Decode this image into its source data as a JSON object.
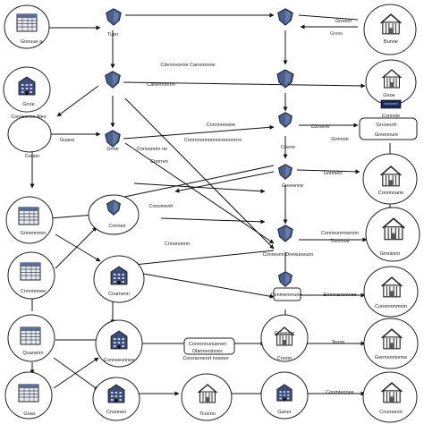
{
  "labels": {
    "a1": "Grooon",
    "a2": "Grooe",
    "a3": "Gnnuue a",
    "a4": "Tusn",
    "a5": "Bunne",
    "b1": "Gnoe",
    "b2": "Conreonnn Aleo",
    "c1": "Gnoe",
    "c2": "Connnie",
    "c3": "Cdrnerie",
    "c4": "Grrosnnh",
    "c5": "Greennure",
    "d1": "Ceuon",
    "d2": "Gnnnoe",
    "d3": "Ceene",
    "d4": "Guane",
    "d5": "Gnne",
    "e1": "Gnnnion",
    "e2": "Connnnarie",
    "e3": "Greeenne",
    "f1": "Cnoomenh",
    "f2": "Cnnnee",
    "f3": "Gnnennnen",
    "g1": "Conneunmnennn",
    "g2": "Tunnnoe",
    "g3": "Conreurin Drewuneuon",
    "g4": "Grnninnn",
    "h1": "Cnamenn",
    "h2": "Cnnnnnnee",
    "h3": "Ernnnanoninee",
    "h4": "Conmenrnuee",
    "i1": "Cononnmmnin",
    "i2": "Teoon",
    "i3": "Conrennunuenen",
    "i4": "Dlanneninnes",
    "j1": "Connannenrt nowoor",
    "j2": "Quaranrn",
    "j3": "Conneeunnee",
    "j4": "Cnoon",
    "k1": "Gerrnsnnionne",
    "k2": "Conmtennee",
    "k3": "Cnuneeon",
    "m1": "Cdennvonne Cannnnnne",
    "m2": "Canennnnnh",
    "m3": "Cnnnnnneioe",
    "n1": "Cnnnonnin ne",
    "n2": "Cnnrren",
    "n3": "Cnnunonnn",
    "p1": "Goas",
    "p2": "Cnunnen",
    "p3": "Tcoonn",
    "q1": "Ganer",
    "q2": "Gannnen",
    "r1": "Conrnnonnnnnnnoonrnnre"
  }
}
